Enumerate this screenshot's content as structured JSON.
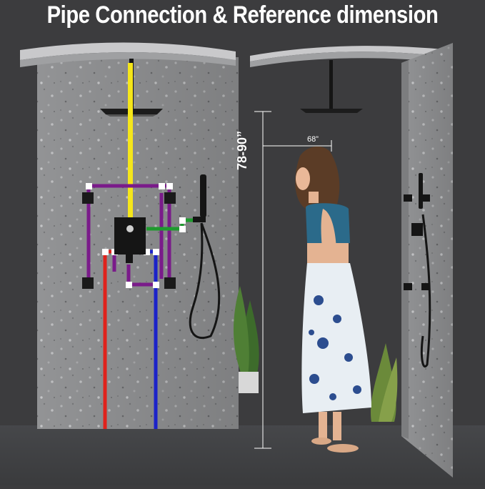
{
  "title": "Pipe Connection & Reference dimension",
  "dimensions": {
    "height_range": "78-90”",
    "width": "68”"
  },
  "colors": {
    "background": "#3c3c3e",
    "wall": "#9a9b9d",
    "ceiling": "#c9c9cb",
    "pipe_top": "#f5e61a",
    "pipe_hot": "#e0221c",
    "pipe_cold": "#1b22c9",
    "pipe_body_jets": "#7a1b8a",
    "pipe_handheld": "#1e9a2e",
    "fitting": "#ffffff",
    "fixture": "#151515"
  },
  "icons": [
    "rain-shower-head-icon",
    "mixer-valve-icon",
    "body-jet-icon",
    "hand-shower-icon",
    "plant-icon",
    "woman-figure-icon"
  ]
}
